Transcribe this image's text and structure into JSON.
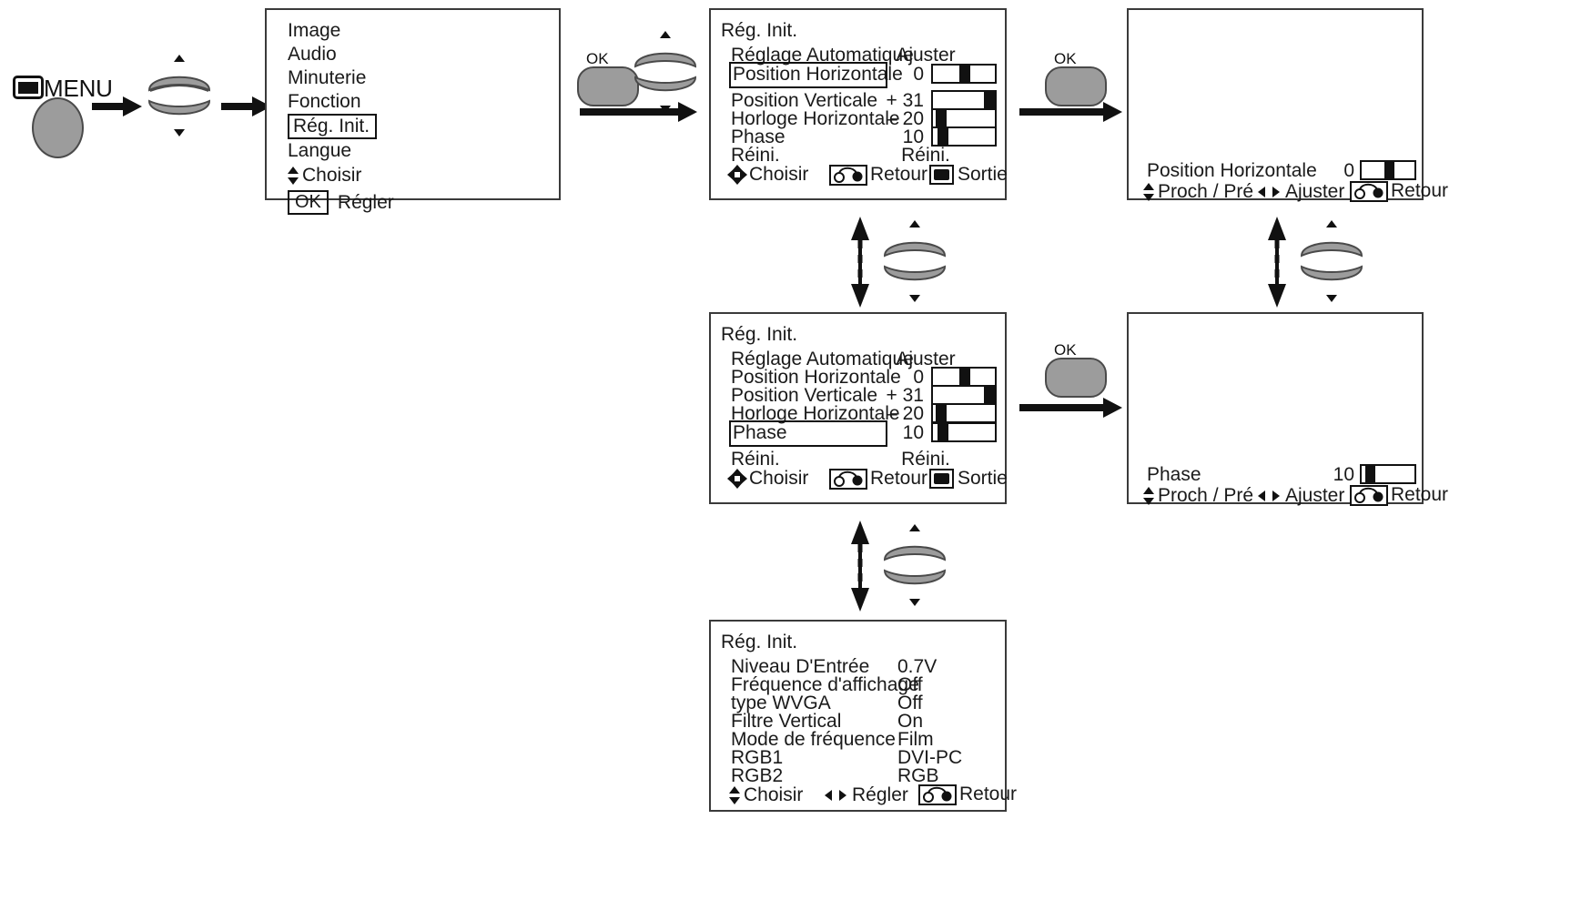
{
  "controls": {
    "menu_button_label": "MENU",
    "menu_icon_name": "menu-square-icon",
    "ok_label": "OK"
  },
  "panels": {
    "main_menu": {
      "items": [
        {
          "label": "Image",
          "selected": false
        },
        {
          "label": "Audio",
          "selected": false
        },
        {
          "label": "Minuterie",
          "selected": false
        },
        {
          "label": "Fonction",
          "selected": false
        },
        {
          "label": "Rég. Init.",
          "selected": true
        },
        {
          "label": "Langue",
          "selected": false
        }
      ],
      "hints": [
        {
          "icon": "updown-arrows-icon",
          "text": "Choisir"
        },
        {
          "icon": "ok-key-icon",
          "text": "Régler",
          "key": "OK"
        }
      ]
    },
    "reg_init_hpos": {
      "title": "Rég. Init.",
      "rows": [
        {
          "label": "Réglage Automatique",
          "value": "Ajuster",
          "bar": null,
          "selected": false
        },
        {
          "label": "Position Horizontale",
          "value": "0",
          "bar": 50,
          "selected": true
        },
        {
          "label": "Position Verticale",
          "value": "+ 31",
          "bar": 91,
          "selected": false
        },
        {
          "label": "Horloge Horizontale",
          "value": "– 20",
          "bar": 9,
          "selected": false
        },
        {
          "label": "Phase",
          "value": "10",
          "bar": 11,
          "selected": false
        },
        {
          "label": "Réini.",
          "value": "Réini.",
          "bar": null,
          "selected": false
        }
      ],
      "hints": [
        {
          "icon": "four-way-arrows-icon",
          "text": "Choisir"
        },
        {
          "icon": "return-joystick-icon",
          "text": "Retour"
        },
        {
          "icon": "exit-menu-icon",
          "text": "Sortie"
        }
      ]
    },
    "reg_init_phase": {
      "title": "Rég. Init.",
      "rows": [
        {
          "label": "Réglage Automatique",
          "value": "Ajuster",
          "bar": null,
          "selected": false
        },
        {
          "label": "Position Horizontale",
          "value": "0",
          "bar": 50,
          "selected": false
        },
        {
          "label": "Position Verticale",
          "value": "+ 31",
          "bar": 91,
          "selected": false
        },
        {
          "label": "Horloge Horizontale",
          "value": "– 20",
          "bar": 9,
          "selected": false
        },
        {
          "label": "Phase",
          "value": "10",
          "bar": 11,
          "selected": true
        },
        {
          "label": "Réini.",
          "value": "Réini.",
          "bar": null,
          "selected": false
        }
      ],
      "hints": [
        {
          "icon": "four-way-arrows-icon",
          "text": "Choisir"
        },
        {
          "icon": "return-joystick-icon",
          "text": "Retour"
        },
        {
          "icon": "exit-menu-icon",
          "text": "Sortie"
        }
      ]
    },
    "reg_init_options": {
      "title": "Rég. Init.",
      "rows": [
        {
          "label": "Niveau D'Entrée",
          "value": "0.7V"
        },
        {
          "label": "Fréquence d'affichage",
          "value": "Off"
        },
        {
          "label": "type WVGA",
          "value": "Off"
        },
        {
          "label": "Filtre Vertical",
          "value": "On"
        },
        {
          "label": "Mode de fréquence",
          "value": "Film"
        },
        {
          "label": "RGB1",
          "value": "DVI-PC"
        },
        {
          "label": "RGB2",
          "value": "RGB"
        }
      ],
      "hints": [
        {
          "icon": "updown-arrows-icon",
          "text": "Choisir"
        },
        {
          "icon": "leftright-arrows-icon",
          "text": "Régler"
        },
        {
          "icon": "return-joystick-icon",
          "text": "Retour"
        }
      ]
    },
    "adjust_hpos": {
      "item_label": "Position Horizontale",
      "item_value": "0",
      "bar": 50,
      "hints": [
        {
          "icon": "updown-arrows-icon",
          "text": "Proch / Pré"
        },
        {
          "icon": "leftright-arrows-icon",
          "text": "Ajuster"
        },
        {
          "icon": "return-joystick-icon",
          "text": "Retour"
        }
      ]
    },
    "adjust_phase": {
      "item_label": "Phase",
      "item_value": "10",
      "bar": 11,
      "hints": [
        {
          "icon": "updown-arrows-icon",
          "text": "Proch / Pré"
        },
        {
          "icon": "leftright-arrows-icon",
          "text": "Ajuster"
        },
        {
          "icon": "return-joystick-icon",
          "text": "Retour"
        }
      ]
    }
  },
  "colors": {
    "button_fill": "#9c9c9c",
    "button_stroke": "#4a4a4a",
    "ink": "#111111",
    "panel_border": "#3a3a3a"
  }
}
